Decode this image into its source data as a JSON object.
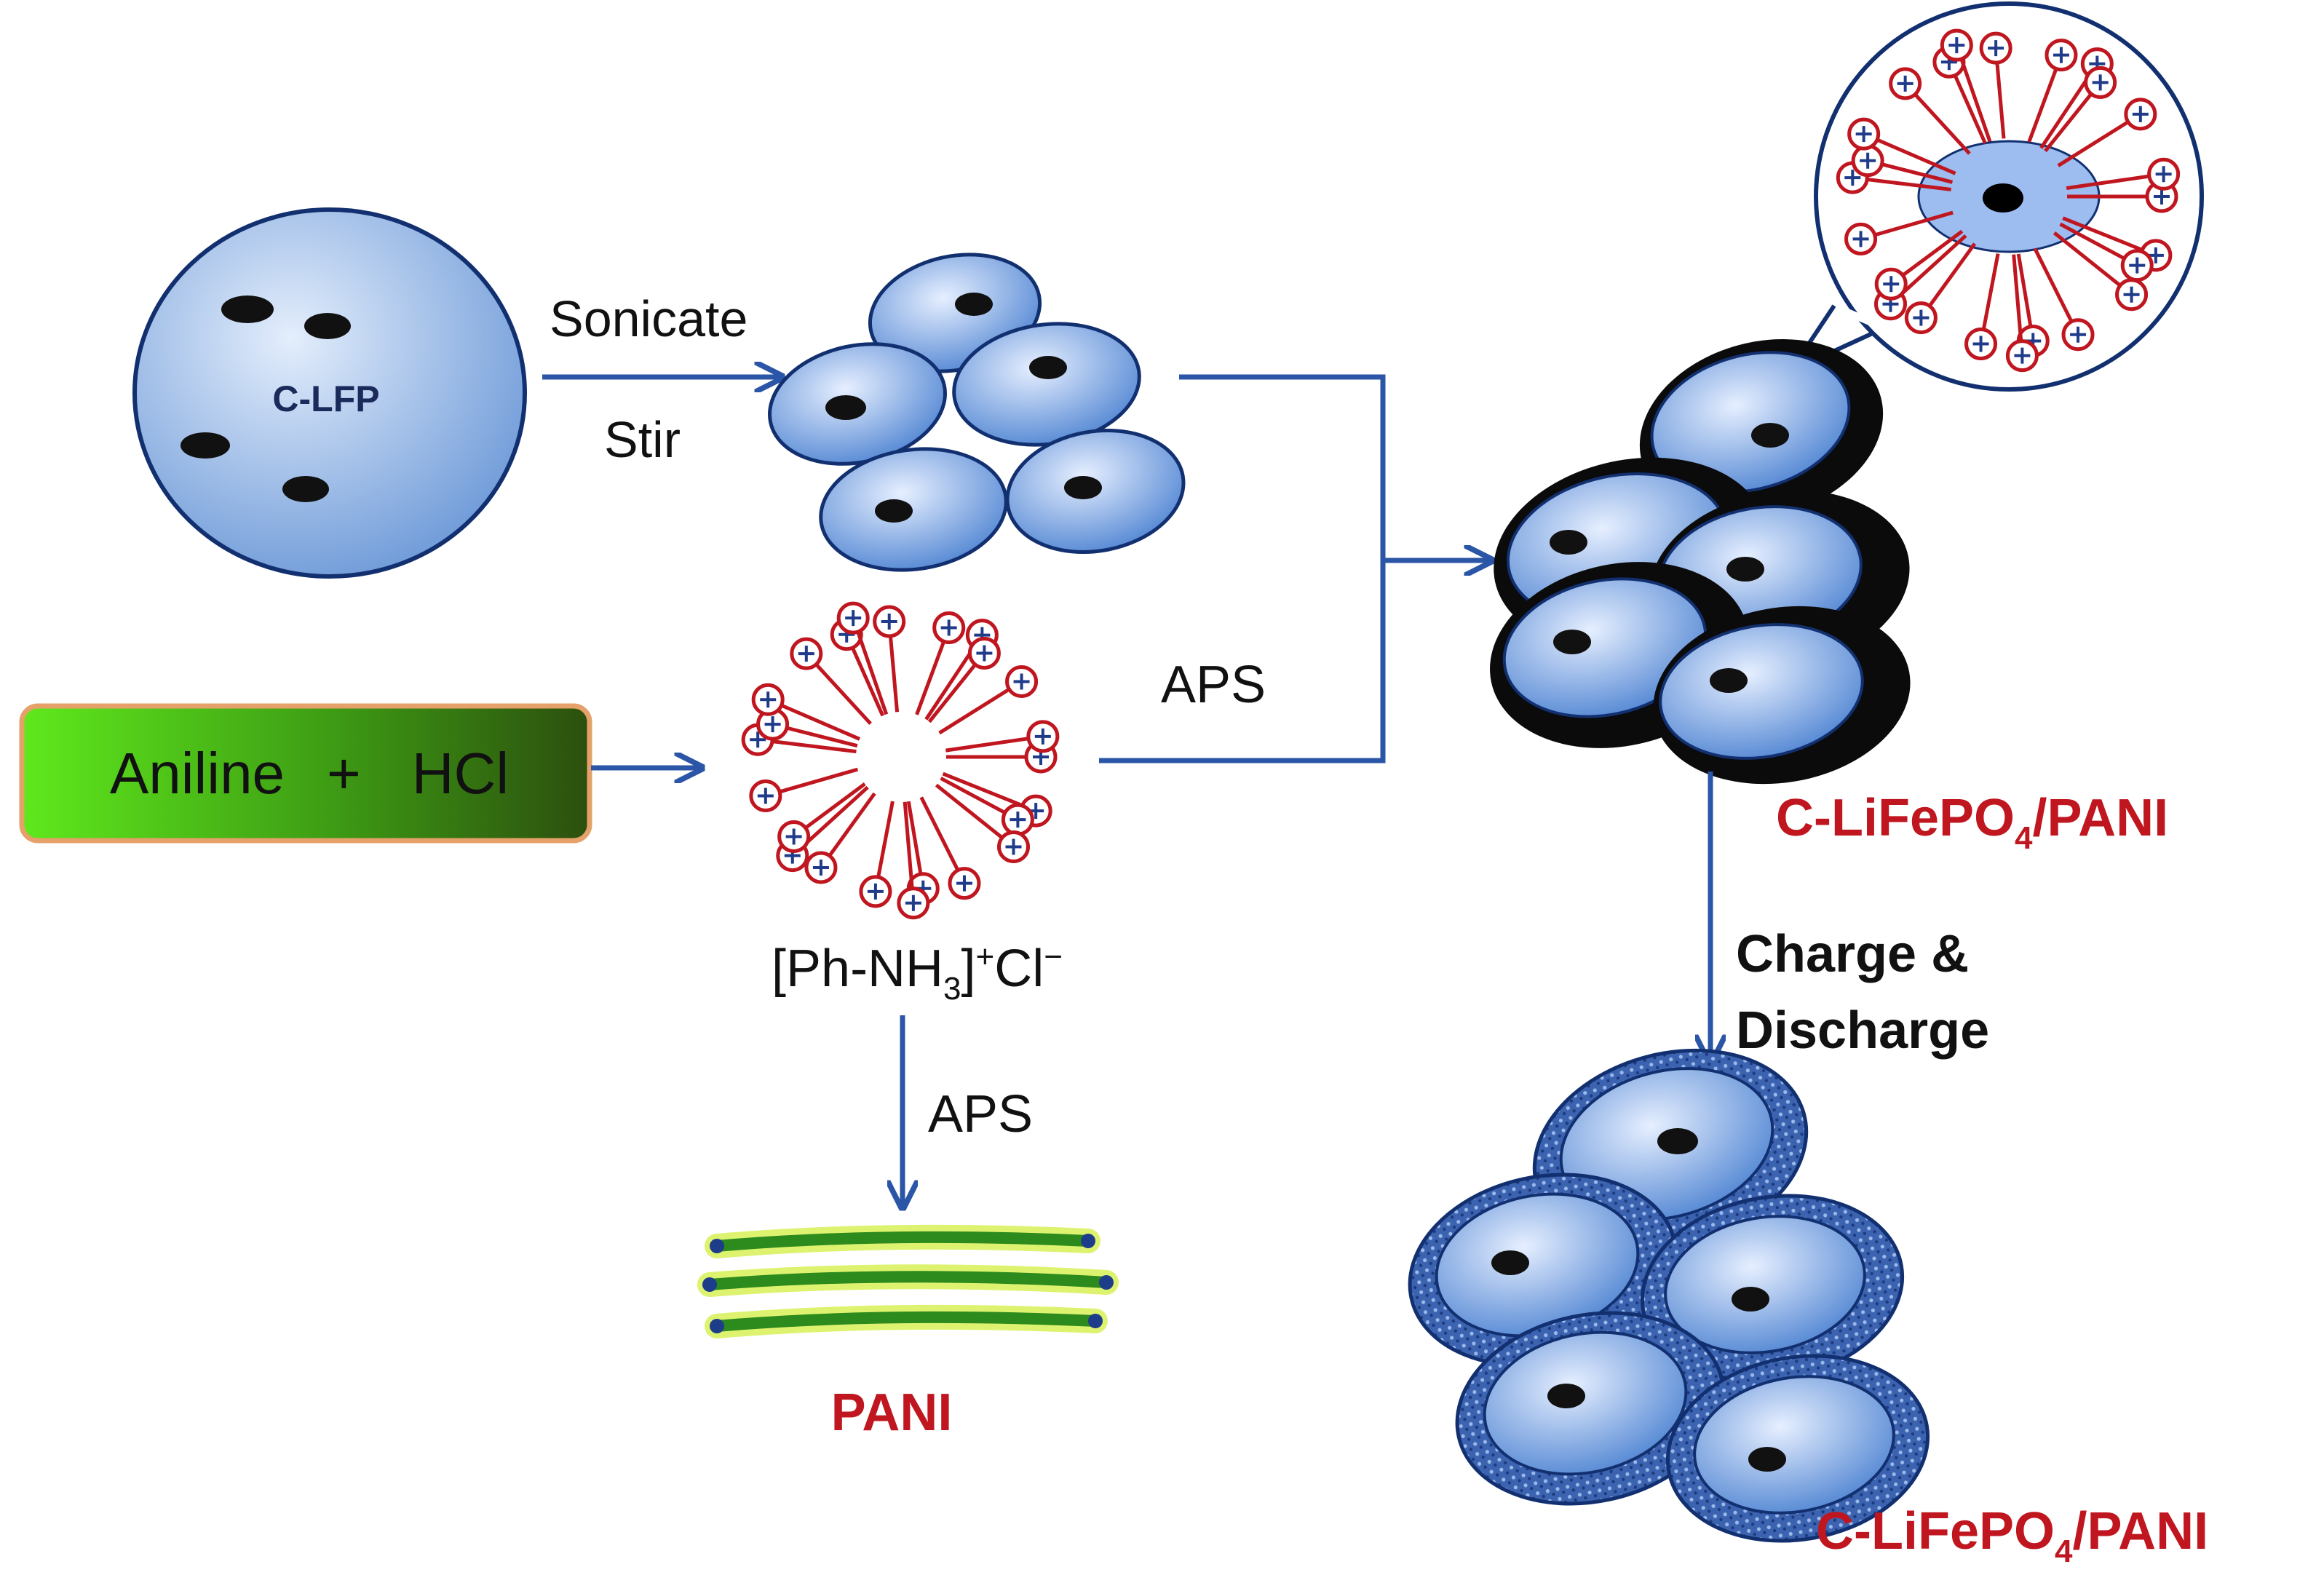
{
  "labels": {
    "clfp": "C-LFP",
    "sonicate": "Sonicate",
    "stir": "Stir",
    "aps_top": "APS",
    "aps_bottom": "APS",
    "reagents_left": "Aniline",
    "reagents_plus": "+",
    "reagents_right": "HCl",
    "anilinium_main": "[Ph-NH",
    "anilinium_sub": "3",
    "anilinium_close": "]",
    "anilinium_sup": "+",
    "anilinium_cl": "Cl",
    "anilinium_cl_sup": "−",
    "pani": "PANI",
    "composite_top_prefix": "C-LiFePO",
    "composite_top_sub": "4",
    "composite_top_suffix": "/PANI",
    "charge_line1": "Charge &",
    "charge_line2": "Discharge",
    "composite_bottom_prefix": "C-LiFePO",
    "composite_bottom_sub": "4",
    "composite_bottom_suffix": "/PANI"
  },
  "colors": {
    "arrow": "#2b55a6",
    "particle_fill_light": "#dde9fb",
    "particle_fill_dark": "#5b8fd8",
    "micelle_red": "#c0161f",
    "micelle_plus": "#1f3b8a",
    "pani_green": "#2f8a1e",
    "pani_glow": "#d6f25a",
    "reagent_box_left": "#59e61a",
    "reagent_box_right": "#305810",
    "reagent_box_border": "#e8a46e",
    "label_red": "#c0161f"
  }
}
